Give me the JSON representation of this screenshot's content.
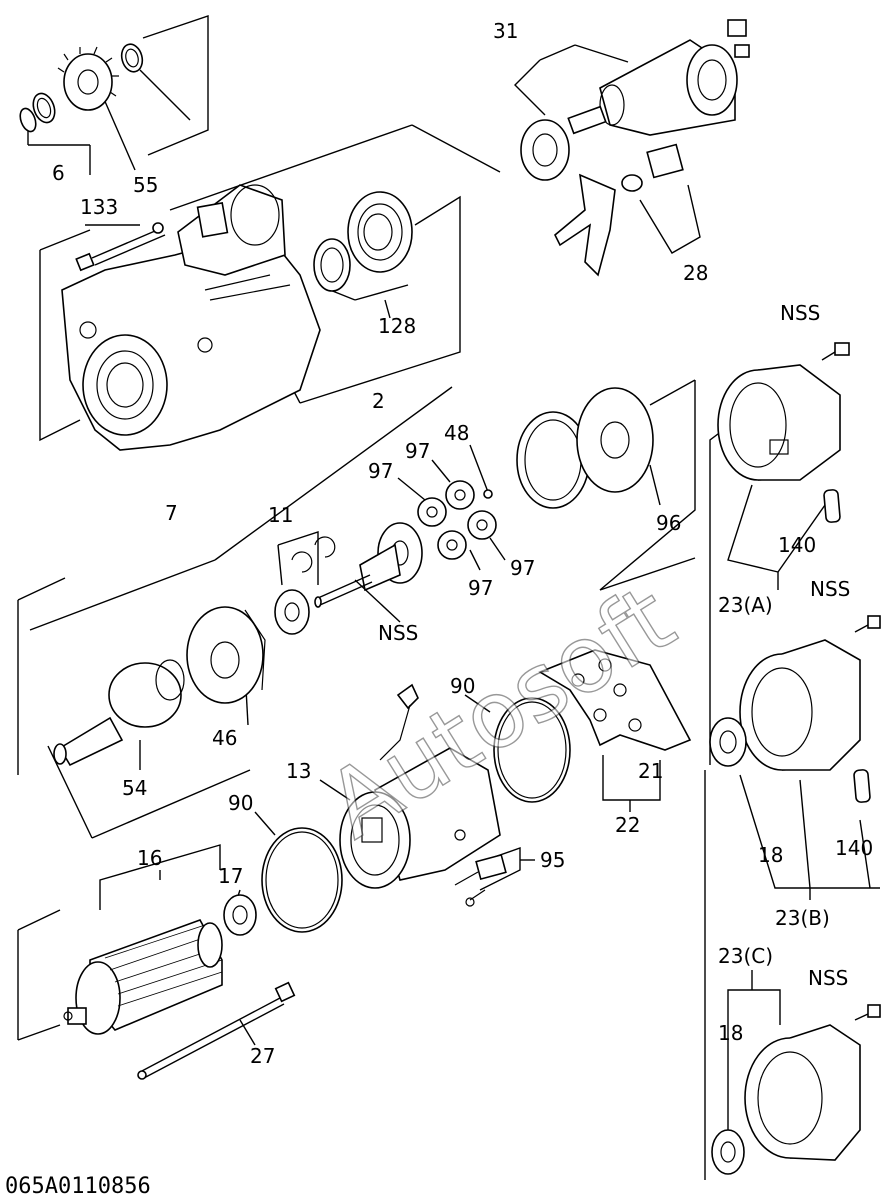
{
  "diagram": {
    "document_number": "065A0110856",
    "watermark": "Autosoft",
    "labels": {
      "p31": "31",
      "p6": "6",
      "p55": "55",
      "p133": "133",
      "p28": "28",
      "p128": "128",
      "p2": "2",
      "nss1": "NSS",
      "p48": "48",
      "p97a": "97",
      "p97b": "97",
      "p7": "7",
      "p11": "11",
      "p97c": "97",
      "p97d": "97",
      "nss2": "NSS",
      "p96": "96",
      "p140a": "140",
      "p23a": "23(A)",
      "nss3": "NSS",
      "p90a": "90",
      "p46": "46",
      "p54": "54",
      "p13": "13",
      "p21": "21",
      "p22": "22",
      "p90b": "90",
      "p95": "95",
      "p16": "16",
      "p17": "17",
      "p18a": "18",
      "p140b": "140",
      "p23b": "23(B)",
      "p27": "27",
      "p23c": "23(C)",
      "nss4": "NSS",
      "p18b": "18"
    }
  }
}
